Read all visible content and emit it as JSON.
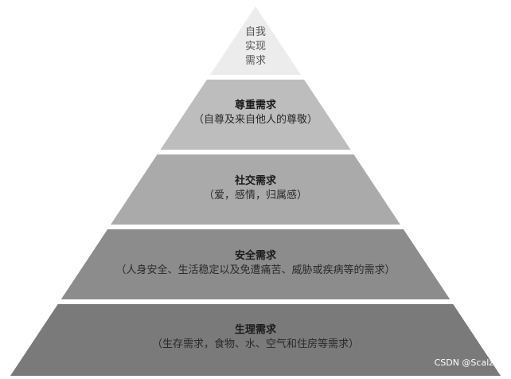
{
  "pyramid": {
    "tiers": [
      {
        "lines": [
          "自我",
          "实现",
          "需求"
        ],
        "fill": "#ececec"
      },
      {
        "title": "尊重需求",
        "desc": "（自尊及来自他人的尊敬）",
        "fill": "#bdbdbd"
      },
      {
        "title": "社交需求",
        "desc": "（爱，感情，归属感）",
        "fill": "#aaaaaa"
      },
      {
        "title": "安全需求",
        "desc": "（人身安全、生活稳定以及免遭痛苦、威胁或疾病等的需求）",
        "fill": "#8c8c8c"
      },
      {
        "title": "生理需求",
        "desc": "（生存需求，食物、水、空气和住房等需求）",
        "fill": "#7a7a7a"
      }
    ]
  },
  "watermark": "CSDN @Scalzdp"
}
